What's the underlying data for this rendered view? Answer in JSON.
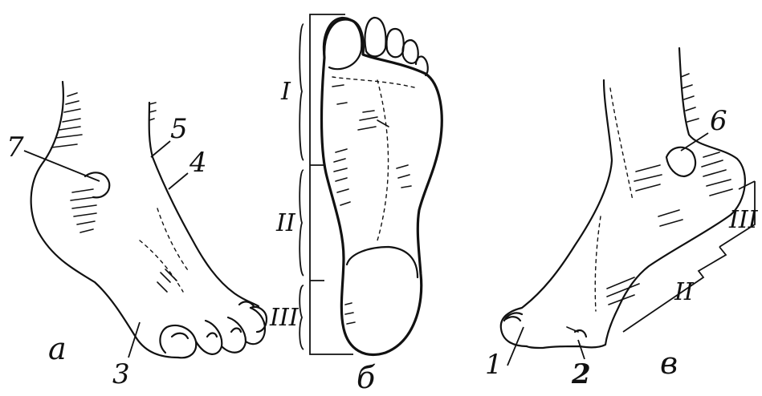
{
  "figure": {
    "panel_a": {
      "letter": "a",
      "labels": {
        "l7": "7",
        "l5": "5",
        "l4": "4",
        "l3": "3"
      }
    },
    "panel_b": {
      "letter": "б",
      "sections": {
        "s1": "I",
        "s2": "II",
        "s3": "III"
      }
    },
    "panel_c": {
      "letter": "в",
      "labels": {
        "l6": "6",
        "l1": "1",
        "l2": "2"
      },
      "sections": {
        "s2": "II",
        "s3": "III"
      }
    }
  }
}
